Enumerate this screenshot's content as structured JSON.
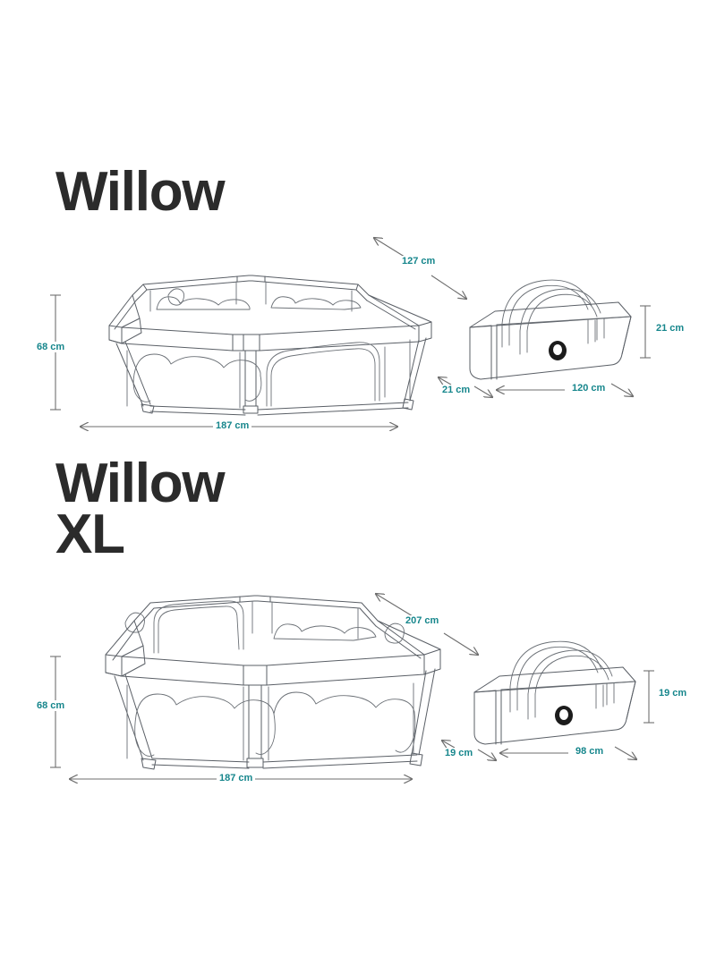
{
  "page": {
    "background_color": "#ffffff",
    "line_color": "#5a5f66",
    "dimension_color": "#16868c",
    "title_color": "#2b2b2b"
  },
  "products": [
    {
      "id": "willow",
      "title": "Willow",
      "playpen": {
        "label": "playpen-willow",
        "dimensions": {
          "width": "187 cm",
          "depth": "127 cm",
          "height": "68 cm"
        }
      },
      "bag": {
        "label": "carry-bag-willow",
        "dimensions": {
          "length": "120 cm",
          "depth": "21 cm",
          "height": "21 cm"
        }
      }
    },
    {
      "id": "willow-xl",
      "title": "Willow\nXL",
      "playpen": {
        "label": "playpen-willow-xl",
        "dimensions": {
          "width": "187 cm",
          "depth": "207 cm",
          "height": "68 cm"
        }
      },
      "bag": {
        "label": "carry-bag-willow-xl",
        "dimensions": {
          "length": "98 cm",
          "depth": "19 cm",
          "height": "19 cm"
        }
      }
    }
  ]
}
